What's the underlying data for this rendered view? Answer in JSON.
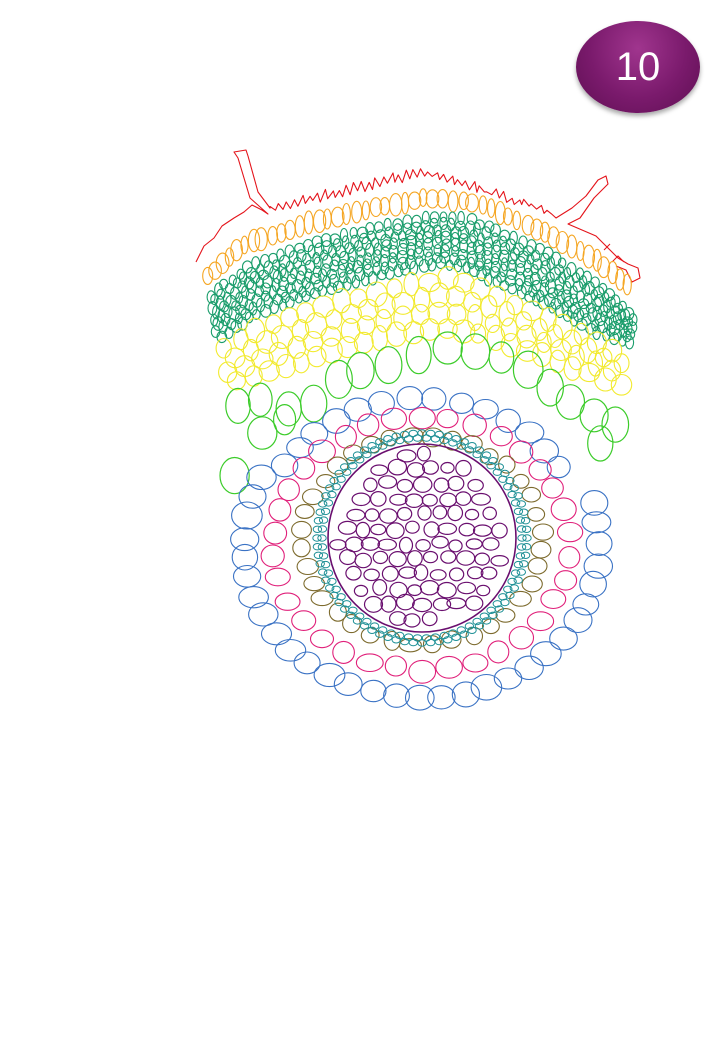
{
  "page_number": "10",
  "colors": {
    "badge": "#7a1a6c",
    "epidermis_hairs": "#e4141b",
    "hypodermis_outer": "#f5a623",
    "collenchyma": "#1a9d6b",
    "hypodermis_inner": "#f2ea2e",
    "cortex_outer": "#3ccc2a",
    "cortex_inner": "#3a72c4",
    "pericycle_region": "#e0207a",
    "endodermis": "#7d6b2e",
    "vascular_sheath": "#1c8f95",
    "stele": "#6a0f6f"
  },
  "layers": [
    {
      "name": "epidermis",
      "color_key": "epidermis_hairs"
    },
    {
      "name": "hypodermis-outer",
      "color_key": "hypodermis_outer"
    },
    {
      "name": "collenchyma",
      "color_key": "collenchyma"
    },
    {
      "name": "hypodermis-inner",
      "color_key": "hypodermis_inner"
    },
    {
      "name": "cortex-outer",
      "color_key": "cortex_outer"
    },
    {
      "name": "cortex-inner",
      "color_key": "cortex_inner"
    },
    {
      "name": "pericycle-region",
      "color_key": "pericycle_region"
    },
    {
      "name": "endodermis",
      "color_key": "endodermis"
    },
    {
      "name": "vascular-sheath",
      "color_key": "vascular_sheath"
    },
    {
      "name": "stele",
      "color_key": "stele"
    }
  ]
}
